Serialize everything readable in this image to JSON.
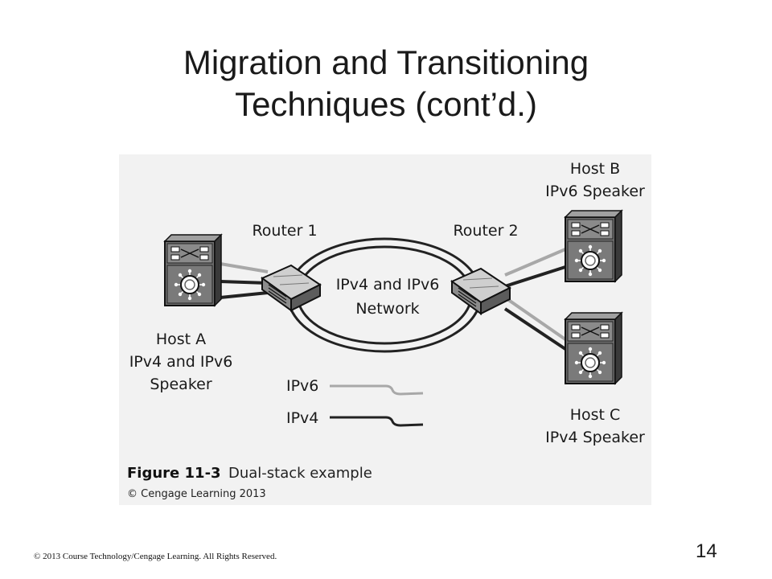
{
  "slide": {
    "title_line1": "Migration and Transitioning",
    "title_line2": "Techniques (cont’d.)",
    "page_number": "14",
    "footer": "© 2013 Course Technology/Cengage Learning. All Rights Reserved."
  },
  "figure": {
    "router1": "Router 1",
    "router2": "Router 2",
    "network_line1": "IPv4 and IPv6",
    "network_line2": "Network",
    "hostA": [
      "Host A",
      "IPv4 and IPv6",
      "Speaker"
    ],
    "hostB": [
      "Host B",
      "IPv6 Speaker"
    ],
    "hostC": [
      "Host C",
      "IPv4 Speaker"
    ],
    "legend_ipv6": "IPv6",
    "legend_ipv4": "IPv4",
    "caption_number": "Figure 11-3",
    "caption_text": "Dual-stack example",
    "credit": "© Cengage Learning 2013",
    "colors": {
      "ipv6_line": "#a8a8a8",
      "ipv4_line": "#222222"
    }
  }
}
